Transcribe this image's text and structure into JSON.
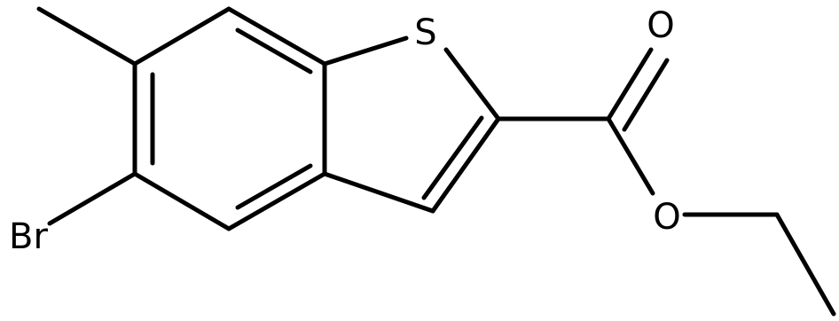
{
  "molecule": {
    "atoms": {
      "sulfur": "S",
      "carbonyl_oxygen": "O",
      "ester_oxygen": "O",
      "bromine": "Br"
    },
    "colors": {
      "bond": "#000000",
      "label": "#000000",
      "background": "#ffffff"
    }
  }
}
